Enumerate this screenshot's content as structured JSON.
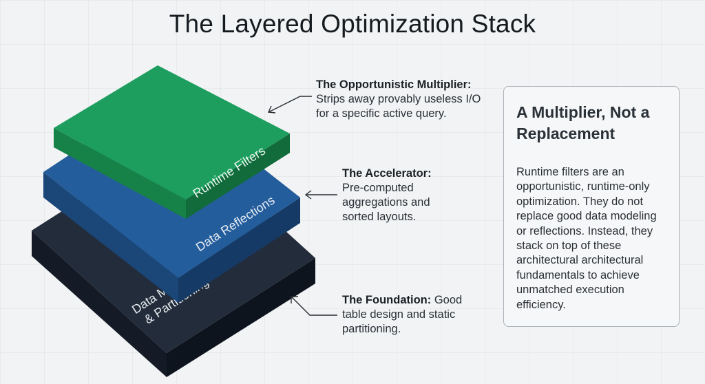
{
  "title": "The Layered Optimization Stack",
  "layers": [
    {
      "label": "Runtime Filters",
      "color": "#1e9e5e"
    },
    {
      "label": "Data Reflections",
      "color": "#245d9b"
    },
    {
      "label_line1": "Data Modeling",
      "label_line2": "& Partitioning",
      "color": "#232c3a"
    }
  ],
  "callouts": {
    "multiplier": {
      "heading": "The Opportunistic Multiplier:",
      "text": "Strips away provably useless I/O for a specific active query."
    },
    "accelerator": {
      "heading": "The Accelerator:",
      "text": "Pre-computed aggregations and sorted layouts."
    },
    "foundation": {
      "heading": "The Foundation:",
      "text": "Good table design and static partitioning."
    }
  },
  "panel": {
    "title": "A Multiplier, Not a Replacement",
    "body": "Runtime filters are an opportunistic, runtime-only optimization. They do not replace good data modeling or reflections. Instead, they stack on top of these architectural architectural fundamentals to achieve unmatched execution efficiency."
  }
}
